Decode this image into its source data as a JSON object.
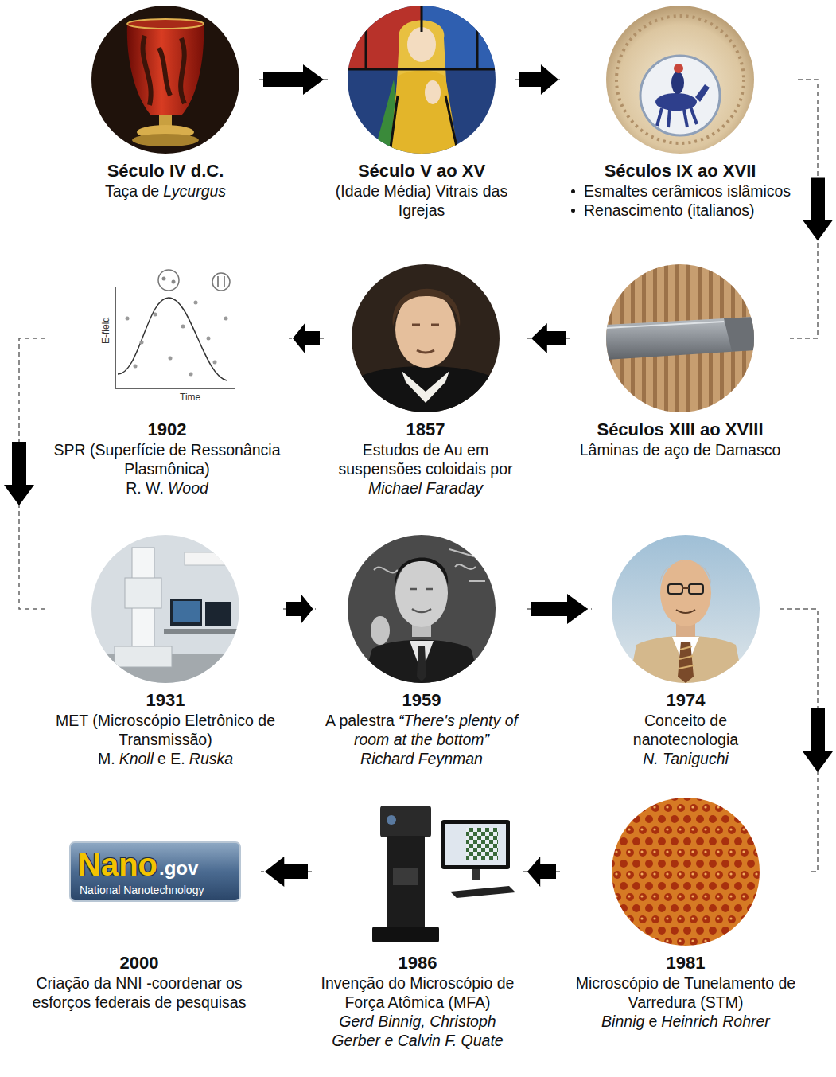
{
  "diagram": {
    "nodes": [
      {
        "text": [
          "Século IV d.C.",
          "Taça de",
          "Lycurgus"
        ]
      },
      {
        "text": [
          "Século V ao XV",
          "(Idade Média) Vitrais das Igrejas"
        ]
      },
      {
        "text": [
          "Séculos IX ao XVII",
          "Esmaltes cerâmicos islâmicos",
          "Renascimento (italianos)"
        ]
      },
      {
        "text": [
          "Séculos XIII ao XVIII",
          "Lâminas de aço de Damasco"
        ]
      },
      {
        "text": [
          "1857",
          "Estudos de Au em suspensões coloidais por",
          "Michael Faraday"
        ]
      },
      {
        "text": [
          "1902",
          "SPR (Superfície de Ressonância Plasmônica)",
          "R. W.",
          "Wood"
        ]
      },
      {
        "text": [
          "1931",
          "MET (Microscópio Eletrônico de Transmissão)",
          "M.",
          "Knoll",
          "e E.",
          "Ruska"
        ]
      },
      {
        "text": [
          "1959",
          "A palestra",
          "“There's plenty of room at the bottom”",
          "Richard Feynman"
        ]
      },
      {
        "text": [
          "1974",
          "Conceito de nanotecnologia",
          "N. Taniguchi"
        ]
      },
      {
        "text": [
          "1981",
          "Microscópio de Tunelamento de Varredura (STM)",
          "Binnig",
          "e",
          "Heinrich Rohrer"
        ]
      },
      {
        "text": [
          "1986",
          "Invenção do Microscópio de Força Atômica (MFA)",
          "Gerd Binnig, Christoph Gerber e Calvin F. Quate"
        ]
      },
      {
        "text": [
          "2000",
          "Criação da NNI -coordenar os esforços federais de pesquisas"
        ]
      }
    ],
    "edges": [
      {
        "from": 0,
        "to": 1,
        "arrow": "to"
      },
      {
        "from": 1,
        "to": 2,
        "arrow": "to"
      },
      {
        "from": 2,
        "to": 3,
        "arrow": "to"
      },
      {
        "from": 3,
        "to": 4,
        "arrow": "to"
      },
      {
        "from": 4,
        "to": 5,
        "arrow": "to"
      },
      {
        "from": 5,
        "to": 6,
        "arrow": "to"
      },
      {
        "from": 6,
        "to": 7,
        "arrow": "to"
      },
      {
        "from": 7,
        "to": 8,
        "arrow": "to"
      },
      {
        "from": 8,
        "to": 9,
        "arrow": "to"
      },
      {
        "from": 9,
        "to": 10,
        "arrow": "to"
      },
      {
        "from": 10,
        "to": 11,
        "arrow": "to"
      }
    ],
    "labels": [
      "E-field",
      "Time",
      "Nano",
      ".gov",
      "National Nanotechnology"
    ]
  }
}
